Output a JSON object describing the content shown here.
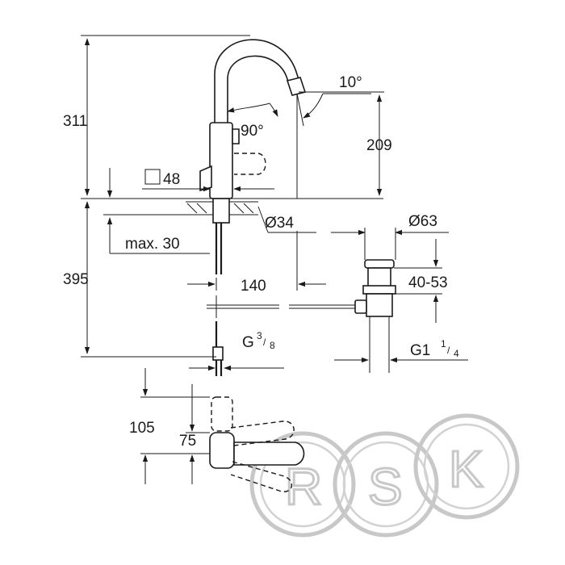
{
  "dimensions": {
    "total_height_above": "311",
    "below_counter": "395",
    "spout_height": "209",
    "spout_angle": "10°",
    "swivel_angle": "90°",
    "base_square": "48",
    "max_thickness": "max. 30",
    "hole_diameter": "Ø34",
    "waste_diameter": "Ø63",
    "reach": "140",
    "waste_adjust": "40-53",
    "connection_thread": "G",
    "connection_fraction_num": "3",
    "connection_fraction_den": "8",
    "waste_thread": "G1",
    "waste_fraction_num": "1",
    "waste_fraction_den": "4",
    "lever_dim_outer": "105",
    "lever_dim_inner": "75"
  },
  "watermark": {
    "letters": [
      "R",
      "S",
      "K"
    ]
  }
}
